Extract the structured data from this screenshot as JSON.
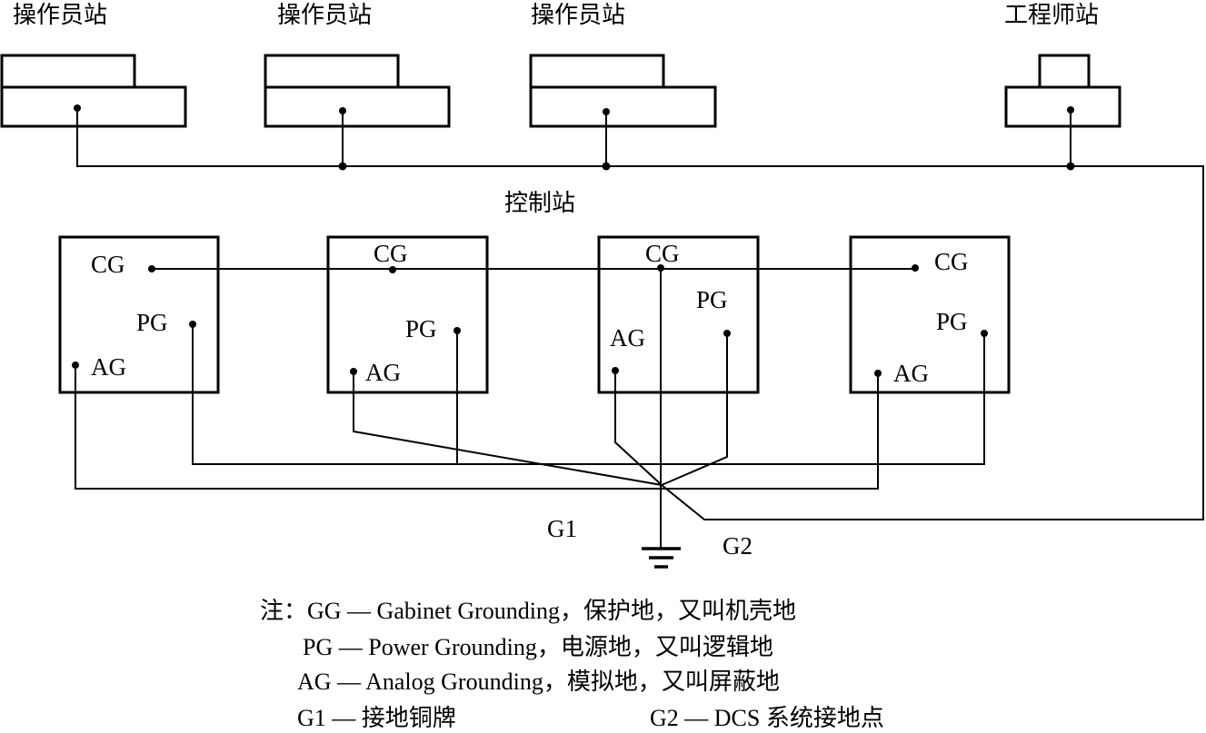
{
  "diagram": {
    "operator_stations": [
      {
        "label": "操作员站"
      },
      {
        "label": "操作员站"
      },
      {
        "label": "操作员站"
      }
    ],
    "engineer_station": {
      "label": "工程师站"
    },
    "control_station_title": "控制站",
    "control_stations": [
      {
        "cg": "CG",
        "pg": "PG",
        "ag": "AG"
      },
      {
        "cg": "CG",
        "pg": "PG",
        "ag": "AG"
      },
      {
        "cg": "CG",
        "pg": "PG",
        "ag": "AG"
      },
      {
        "cg": "CG",
        "pg": "PG",
        "ag": "AG"
      }
    ],
    "g1_label": "G1",
    "g2_label": "G2"
  },
  "notes": {
    "line1": "注：GG — Gabinet Grounding，保护地，又叫机壳地",
    "line2": "PG — Power Grounding，电源地，又叫逻辑地",
    "line3": "AG — Analog Grounding，模拟地，又叫屏蔽地",
    "line4a": "G1 — 接地铜牌",
    "line4b": "G2 — DCS 系统接地点"
  }
}
